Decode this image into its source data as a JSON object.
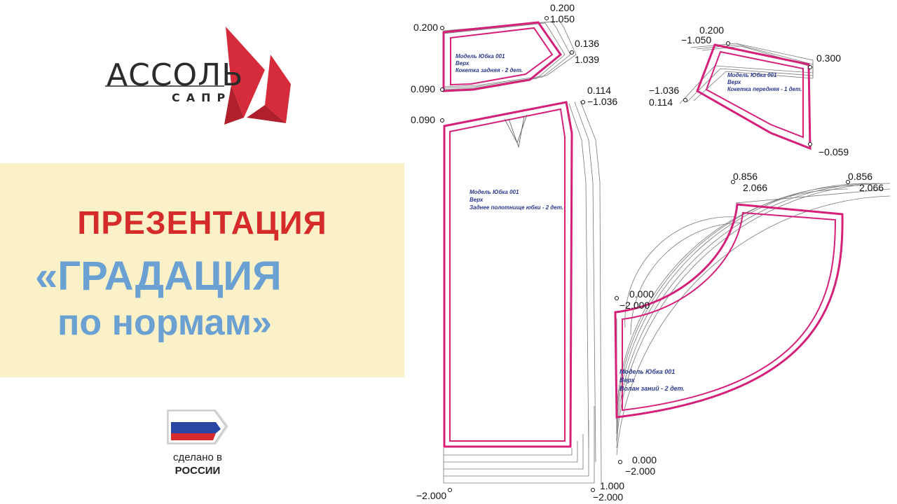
{
  "logo": {
    "word": "АССОЛЬ",
    "sub": "САПР"
  },
  "banner": {
    "line1": "ПРЕЗЕНТАЦИЯ",
    "line2": "«ГРАДАЦИЯ",
    "line3": "по нормам»"
  },
  "badge": {
    "line1": "сделано в",
    "line2": "РОССИИ"
  },
  "colors": {
    "accent_red": "#d52b2b",
    "accent_blue": "#6aa0d2",
    "pattern_pink": "#d5207a",
    "banner_bg": "#fbf1c8"
  },
  "pieces": {
    "back_yoke": {
      "l1": "Модель Юбка 001",
      "l2": "Верх",
      "l3": "Кокетка задняя - 2 дет."
    },
    "front_yoke": {
      "l1": "Модель Юбка 001",
      "l2": "Верх",
      "l3": "Кокетка передняя - 1 дет."
    },
    "back_panel": {
      "l1": "Модель Юбка 001",
      "l2": "Верх",
      "l3": "Заднее полотнище юбки - 2 дет."
    },
    "flounce": {
      "l1": "Модель Юбка 001",
      "l2": "Верх",
      "l3": "Волан заний - 2 дет."
    }
  },
  "values": {
    "a1": "0.200",
    "a2": "0.200",
    "a3": "1.050",
    "a4": "0.136",
    "a5": "1.039",
    "a6": "0.090",
    "b1": "0.200",
    "b2": "−1.050",
    "b3": "0.300",
    "b4": "−1.036",
    "b5": "0.114",
    "b6": "−0.059",
    "c1": "0.114",
    "c2": "−1.036",
    "c3": "0.090",
    "c4": "−2.000",
    "c5": "1.000",
    "c6": "−2.000",
    "d1": "0.856",
    "d2": "2.066",
    "d3": "0.856",
    "d4": "2.066",
    "d5": "0.000",
    "d6": "−2.000",
    "d7": "0.000",
    "d8": "−2.000"
  }
}
